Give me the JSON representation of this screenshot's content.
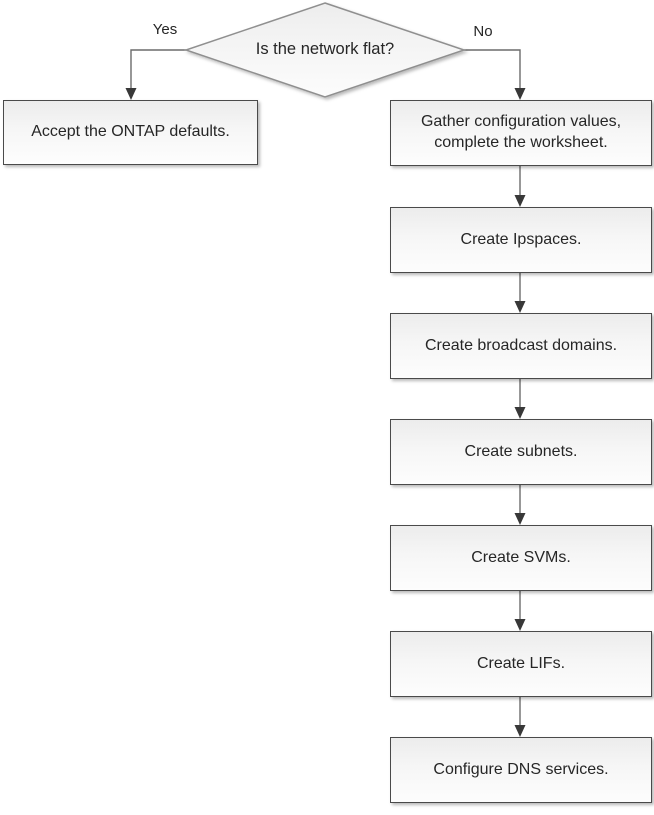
{
  "flowchart": {
    "decision": {
      "label": "Is the network flat?"
    },
    "branches": {
      "yes": "Yes",
      "no": "No"
    },
    "yes_step": "Accept the ONTAP defaults.",
    "no_steps": [
      "Gather configuration values, complete the worksheet.",
      "Create Ipspaces.",
      "Create broadcast domains.",
      "Create subnets.",
      "Create SVMs.",
      "Create LIFs.",
      "Configure DNS services."
    ],
    "colors": {
      "box_border": "#4a4a4a",
      "diamond_border": "#8f8f8f",
      "connector": "#6b6b6b",
      "arrowhead": "#383838",
      "text": "#262626",
      "fill_top": "#ececec",
      "fill_bottom": "#fdfdfd"
    }
  }
}
